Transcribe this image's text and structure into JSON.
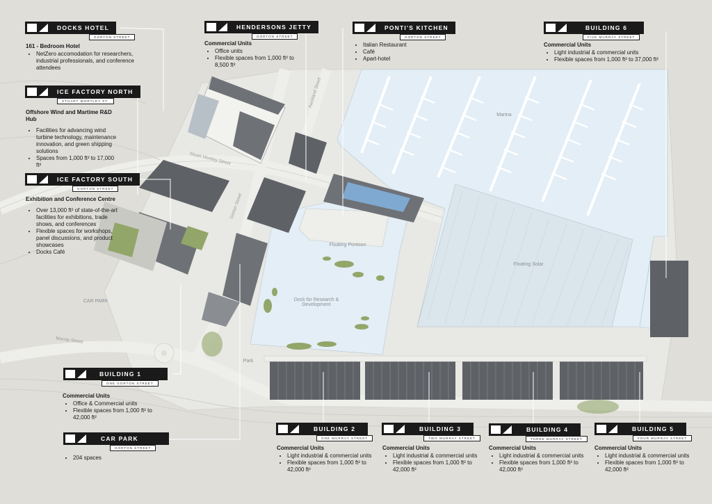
{
  "colors": {
    "background": "#dfded9",
    "water": "#e3eef6",
    "building": "#5e6166",
    "tag": "#1a1a1a",
    "green": "#93a66a"
  },
  "labels": [
    {
      "id": "docks-hotel",
      "name": "DOCKS HOTEL",
      "sub": "GORTON STREET",
      "heading": "161 - Bedroom Hotel",
      "items": [
        "NetZero accomodation for researchers, industrial professionals, and conference attendees"
      ]
    },
    {
      "id": "ice-factory-north",
      "name": "ICE FACTORY NORTH",
      "sub": "STUART WORTLEY ST.",
      "heading": "Offshore Wind and Martime R&D Hub",
      "items": [
        "Facilities for advancing wind turbine technology, maintenance innovation, and green shipping solutions",
        "Spaces from 1,000 ft² to 17,000 ft²"
      ]
    },
    {
      "id": "ice-factory-south",
      "name": "ICE FACTORY SOUTH",
      "sub": "GORTON STREET",
      "heading": "Exhibition and Conference Centre",
      "items": [
        "Over 13,000 ft² of state-of-the-art facilities for exhibitions, trade shows, and conferences",
        "Flexible spaces for workshops, panel discussions, and product showcases",
        "Docks Café"
      ]
    },
    {
      "id": "hendersons-jetty",
      "name": "HENDERSONS JETTY",
      "sub": "GORTON STREET",
      "heading": "Commercial Units",
      "items": [
        "Office units",
        "Flexible spaces from 1,000 ft² to 8,500 ft²"
      ]
    },
    {
      "id": "pontis-kitchen",
      "name": "PONTI'S KITCHEN",
      "sub": "GORTON STREET",
      "heading": "",
      "items": [
        "Italian Restaurant",
        "Café",
        "Apart-hotel"
      ]
    },
    {
      "id": "building-6",
      "name": "BUILDING 6",
      "sub": "FIVE MURRAY STREET",
      "heading": "Commercial Units",
      "items": [
        "Light industrial & commercial units",
        "Flexible spaces from 1,000 ft² to 37,000 ft²"
      ]
    },
    {
      "id": "building-1",
      "name": "BUILDING 1",
      "sub": "ONE GORTON STREET",
      "heading": "Commercial Units",
      "items": [
        "Office & Commercial units",
        "Flexible spaces from 1,000 ft² to 42,000 ft²"
      ]
    },
    {
      "id": "car-park",
      "name": "CAR PARK",
      "sub": "GORTON STREET",
      "heading": "",
      "items": [
        "204 spaces"
      ]
    },
    {
      "id": "building-2",
      "name": "BUILDING 2",
      "sub": "ONE MURRAY STREET",
      "heading": "Commercial Units",
      "items": [
        "Light industrial & commercial units",
        "Flexible spaces from 1,000 ft² to 42,000 ft²"
      ]
    },
    {
      "id": "building-3",
      "name": "BUILDING 3",
      "sub": "TWO MURRAY STREET",
      "heading": "Commercial Units",
      "items": [
        "Light industrial & commercial units",
        "Flexible spaces from 1,000 ft² to 42,000 ft²"
      ]
    },
    {
      "id": "building-4",
      "name": "BUILDING 4",
      "sub": "THREE MURRAY STREET",
      "heading": "Commercial Units",
      "items": [
        "Light industrial & commercial units",
        "Flexible spaces from 1,000 ft² to 42,000 ft²"
      ]
    },
    {
      "id": "building-5",
      "name": "BUILDING 5",
      "sub": "FOUR MURRAY STREET",
      "heading": "Commercial Units",
      "items": [
        "Light industrial & commercial units",
        "Flexible spaces from 1,000 ft² to 42,000 ft²"
      ]
    }
  ],
  "map_labels": {
    "marina": "Marina",
    "floating_pontoon": "Floating Pontoon",
    "floating_solar": "Floating Solar",
    "dock_rd": "Dock for Research & Development",
    "car_park": "CAR PARK",
    "park": "Park"
  },
  "streets": {
    "auckland": "Auckland Street",
    "stuart_wortley": "Stuart Wortley Street",
    "gorton": "Gorton Street",
    "murray": "Murray Street"
  }
}
